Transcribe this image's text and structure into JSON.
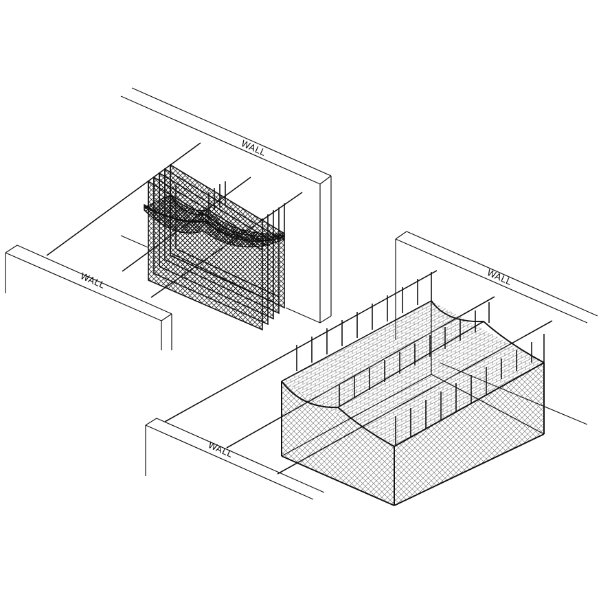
{
  "diagram": {
    "type": "isometric-technical-drawing",
    "subject": "suspended netting installations between walls",
    "background": "#ffffff",
    "line_color": "#111111",
    "mesh_color": "#555555"
  },
  "labels": {
    "wall_top_left": "WALL",
    "wall_left": "WALL",
    "wall_right": "WALL",
    "wall_bottom": "WALL"
  },
  "assemblies": [
    {
      "name": "left-net-assembly",
      "description": "Five stacked retractable net curtains hanging from two overhead cables between walls"
    },
    {
      "name": "right-net-enclosure",
      "description": "Rectangular net enclosure suspended from three overhead cables with draped net roof"
    }
  ]
}
